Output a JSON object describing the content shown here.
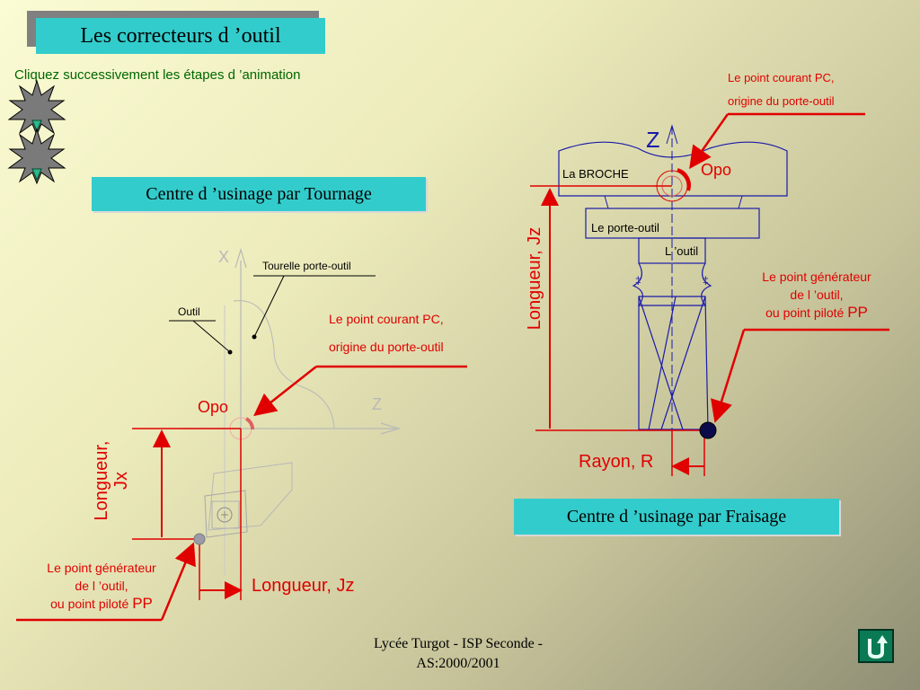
{
  "title": "Les correcteurs d ’outil",
  "instruction": "Cliquez successivement les étapes d ’animation",
  "turning": {
    "section_label": "Centre d ’usinage par Tournage",
    "axis_x": "X",
    "axis_z": "Z",
    "tourelle_label": "Tourelle porte-outil",
    "outil_label": "Outil",
    "pc_line1": "Le point courant PC,",
    "pc_line2": "origine du porte-outil",
    "opo_label": "Opo",
    "jx_line1": "Longueur,",
    "jx_line2": "Jx",
    "pp_line1": "Le point générateur",
    "pp_line2": "de l ’outil,",
    "pp_line3": "ou point piloté",
    "pp_code": "PP",
    "jz_label": "Longueur, Jz"
  },
  "milling": {
    "section_label": "Centre d ’usinage par Fraisage",
    "axis_z": "Z",
    "broche_label": "La BROCHE",
    "porte_outil_label": "Le porte-outil",
    "outil_label": "L ’outil",
    "pc_line1": "Le point courant PC,",
    "pc_line2": "origine du porte-outil",
    "opo_label": "Opo",
    "jz_label": "Longueur, Jz",
    "pp_line1": "Le point générateur",
    "pp_line2": "de l ’outil,",
    "pp_line3": "ou point piloté",
    "pp_code": "PP",
    "rayon_label": "Rayon, R"
  },
  "footer_line1": "Lycée Turgot - ISP Seconde -",
  "footer_line2": "AS:2000/2001",
  "colors": {
    "accent_box": "#33cccc",
    "red": "#e00000",
    "blue": "#1a1aaa",
    "green_text": "#006600"
  },
  "icons": {
    "step_1": "starburst-icon",
    "step_2": "starburst-icon",
    "return": "return-arrow-icon"
  }
}
